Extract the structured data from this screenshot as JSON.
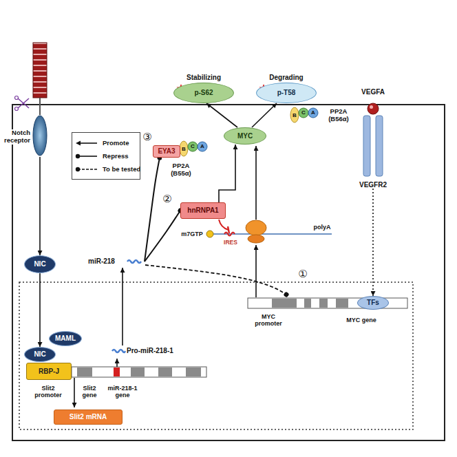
{
  "diagram": {
    "nodes": [
      {
        "text": [
          "Notch receptor"
        ]
      },
      {
        "text": [
          "NIC"
        ]
      },
      {
        "text": [
          "NIC"
        ]
      },
      {
        "text": [
          "MAML"
        ]
      },
      {
        "text": [
          "RBP-J"
        ]
      },
      {
        "text": [
          "Slit2 mRNA"
        ]
      },
      {
        "text": [
          "Pro-miR-218-1"
        ]
      },
      {
        "text": [
          "miR-218"
        ]
      },
      {
        "text": [
          "EYA3"
        ]
      },
      {
        "text": [
          "hnRNPA1"
        ]
      },
      {
        "text": [
          "MYC"
        ]
      },
      {
        "text": [
          "Stabilizing",
          "p-S62"
        ]
      },
      {
        "text": [
          "Degrading",
          "p-T58"
        ]
      },
      {
        "text": [
          "VEGFA"
        ]
      },
      {
        "text": [
          "VEGFR2"
        ]
      },
      {
        "text": [
          "TFs"
        ]
      }
    ],
    "edges": [
      {
        "from": 0,
        "to": 1,
        "arrow": "to"
      },
      {
        "from": 1,
        "to": 2,
        "arrow": "to"
      },
      {
        "from": 6,
        "to": 7,
        "arrow": "to"
      },
      {
        "from": 7,
        "to": 8,
        "arrow": "to"
      },
      {
        "from": 7,
        "to": 9,
        "arrow": "to"
      },
      {
        "from": 9,
        "to": 10,
        "arrow": "to"
      },
      {
        "from": 10,
        "to": 11,
        "arrow": "to"
      },
      {
        "from": 10,
        "to": 12,
        "arrow": "to"
      },
      {
        "from": 14,
        "to": 15,
        "arrow": "to"
      }
    ],
    "labels": [
      "③",
      "B",
      "C",
      "A",
      "PP2A (B55α)",
      "B",
      "C",
      "A",
      "PP2A (B56α)",
      "②",
      "m7GTP",
      "IRES",
      "polyA",
      "①",
      "MYC promoter",
      "MYC gene",
      "Slit2 promoter",
      "Slit2 gene",
      "miR-218-1 gene"
    ],
    "legend": [
      {
        "text": "Promote"
      },
      {
        "text": "Repress"
      },
      {
        "text": "To be tested"
      }
    ]
  }
}
